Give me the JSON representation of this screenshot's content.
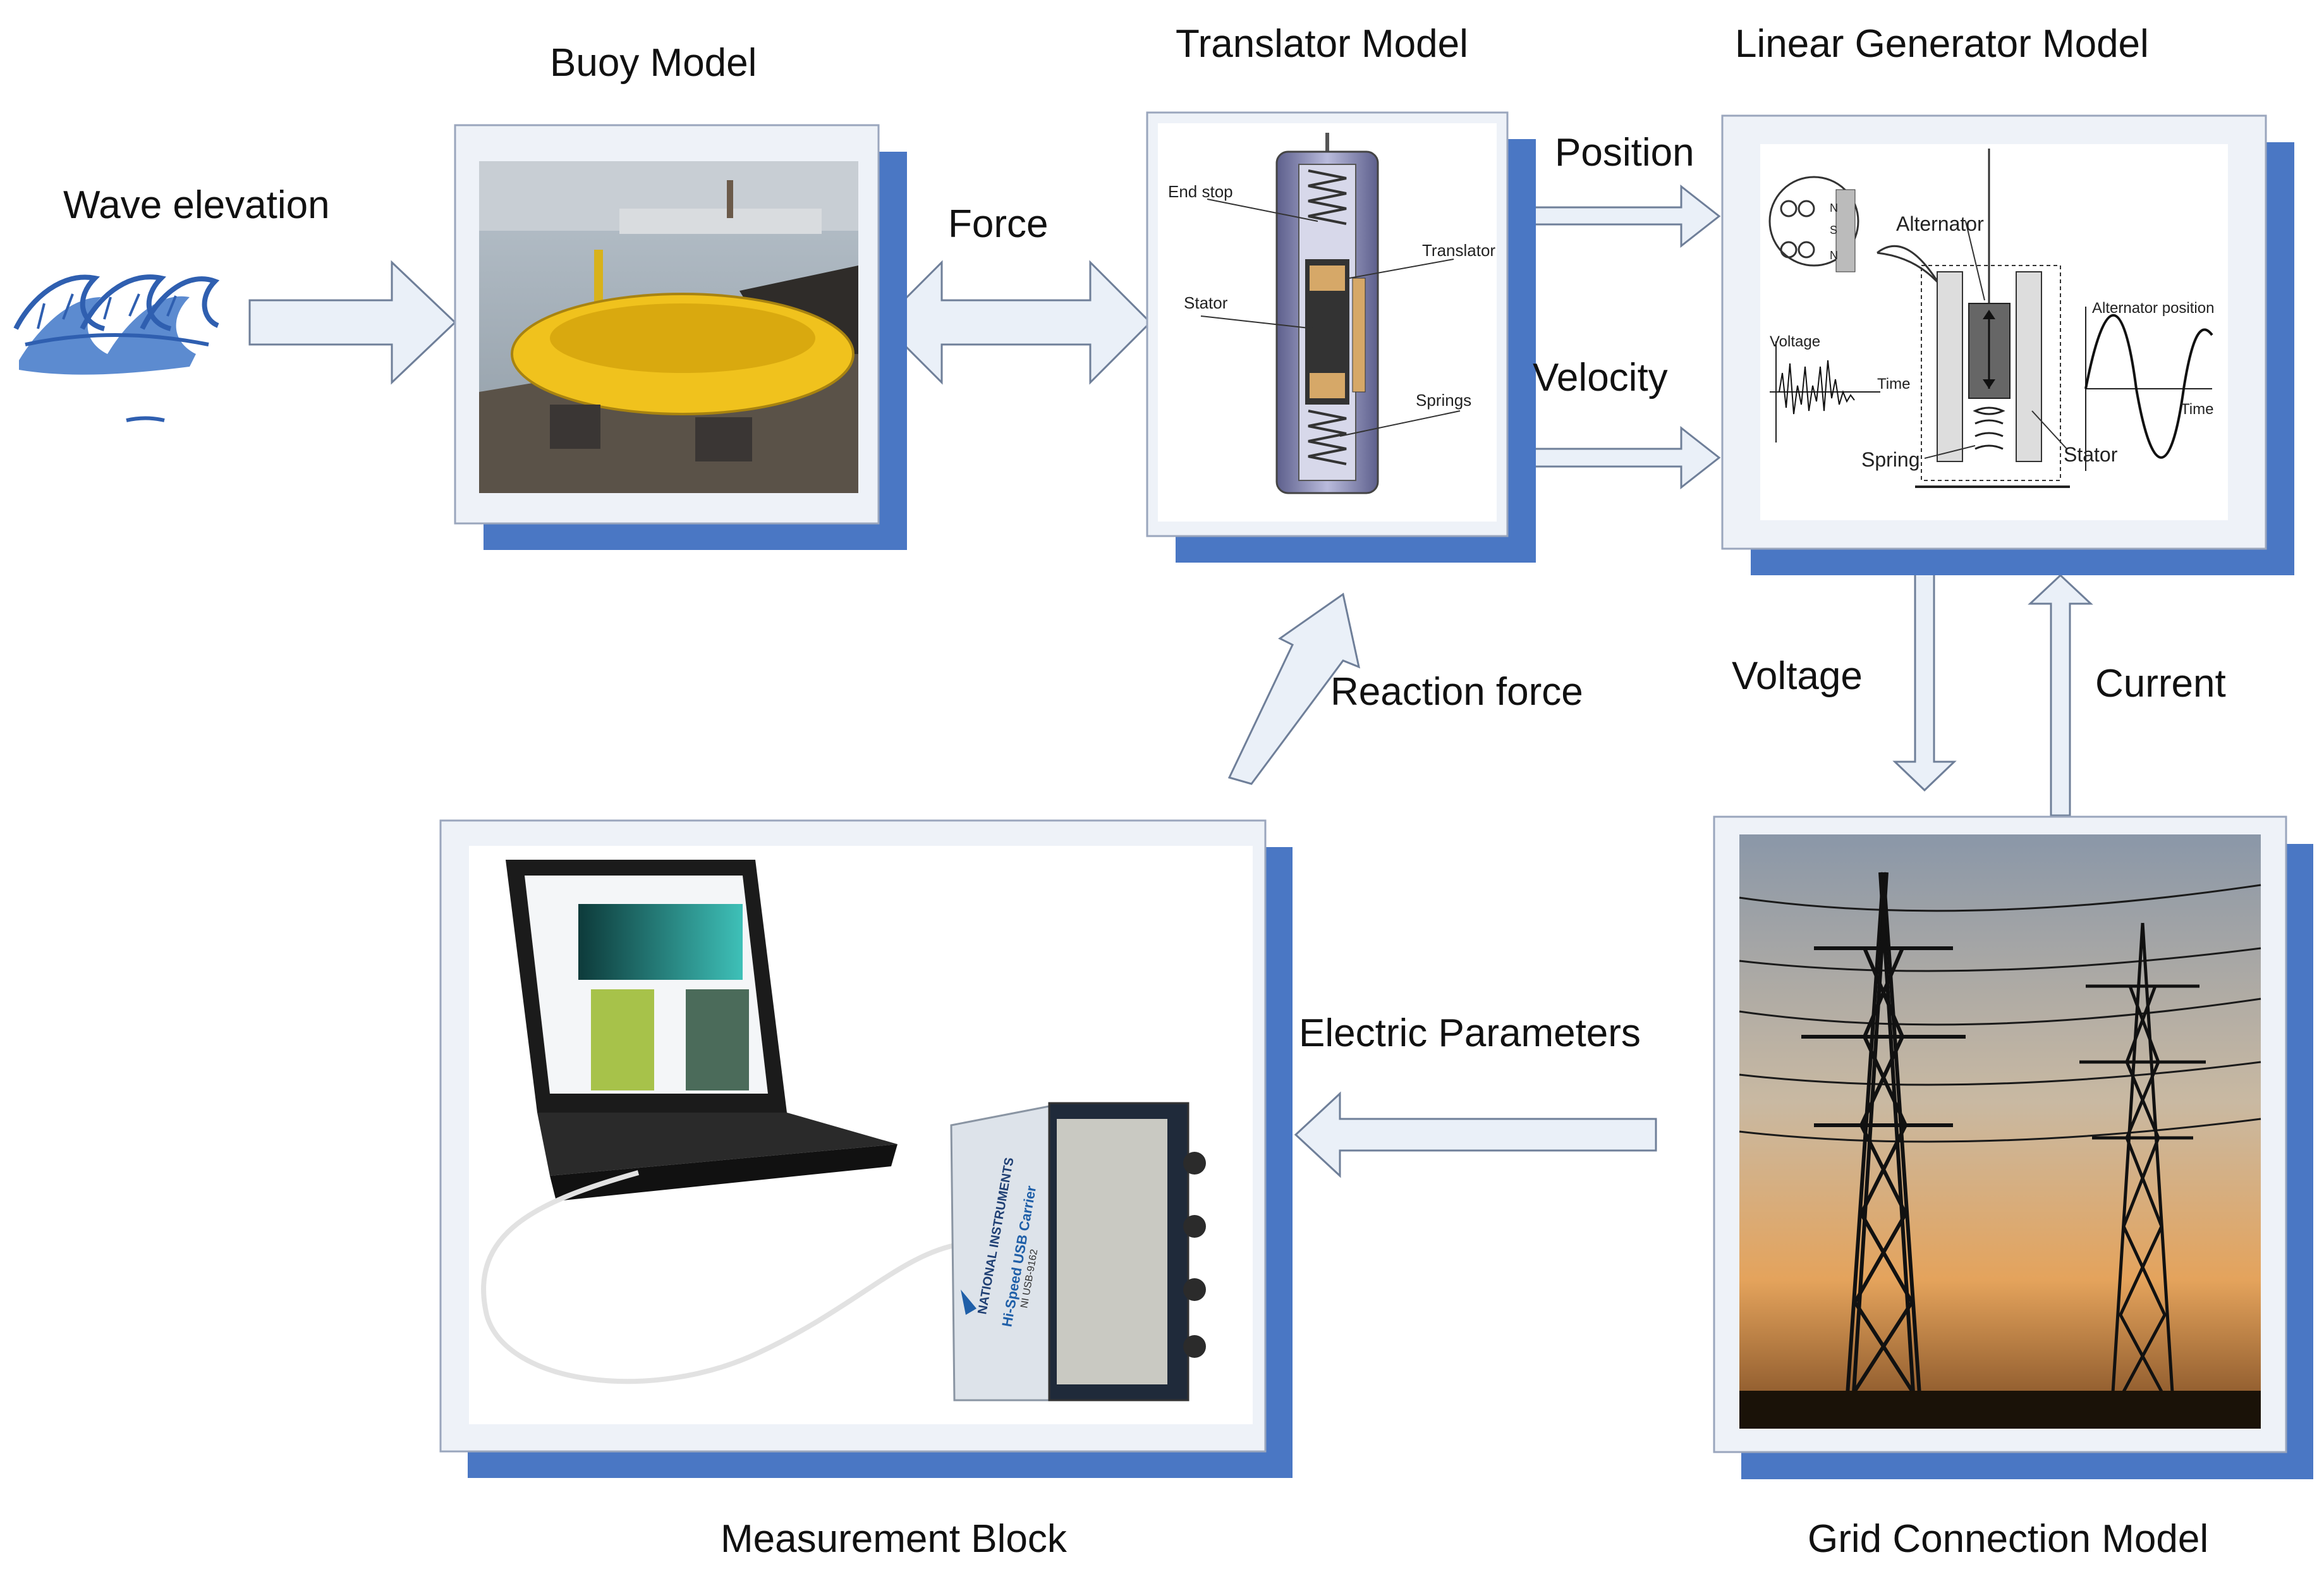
{
  "labels": {
    "wave_elevation": "Wave elevation",
    "buoy_model": "Buoy Model",
    "translator_model": "Translator Model",
    "linear_generator_model": "Linear Generator Model",
    "force": "Force",
    "position": "Position",
    "velocity": "Velocity",
    "reaction_force": "Reaction force",
    "voltage": "Voltage",
    "current": "Current",
    "electric_parameters": "Electric Parameters",
    "measurement_block": "Measurement Block",
    "grid_connection_model": "Grid Connection Model"
  },
  "translator_diagram": {
    "end_stop": "End stop",
    "translator": "Translator",
    "stator": "Stator",
    "springs": "Springs"
  },
  "generator_diagram": {
    "alternator": "Alternator",
    "voltage": "Voltage",
    "time_1": "Time",
    "alternator_position": "Alternator position",
    "time_2": "Time",
    "spring": "Spring",
    "stator": "Stator",
    "pole_n1": "N",
    "pole_s": "S",
    "pole_n2": "N"
  },
  "measurement_device": {
    "brand": "NATIONAL INSTRUMENTS",
    "product": "Hi-Speed USB Carrier",
    "model": "NI USB-9162"
  },
  "colors": {
    "panel_shadow": "#4a77c4",
    "panel_border": "#9aa6bd",
    "panel_fill": "#eef2f8",
    "arrow_fill": "#eaf0f8",
    "arrow_stroke": "#6f7f99",
    "text": "#111111"
  }
}
